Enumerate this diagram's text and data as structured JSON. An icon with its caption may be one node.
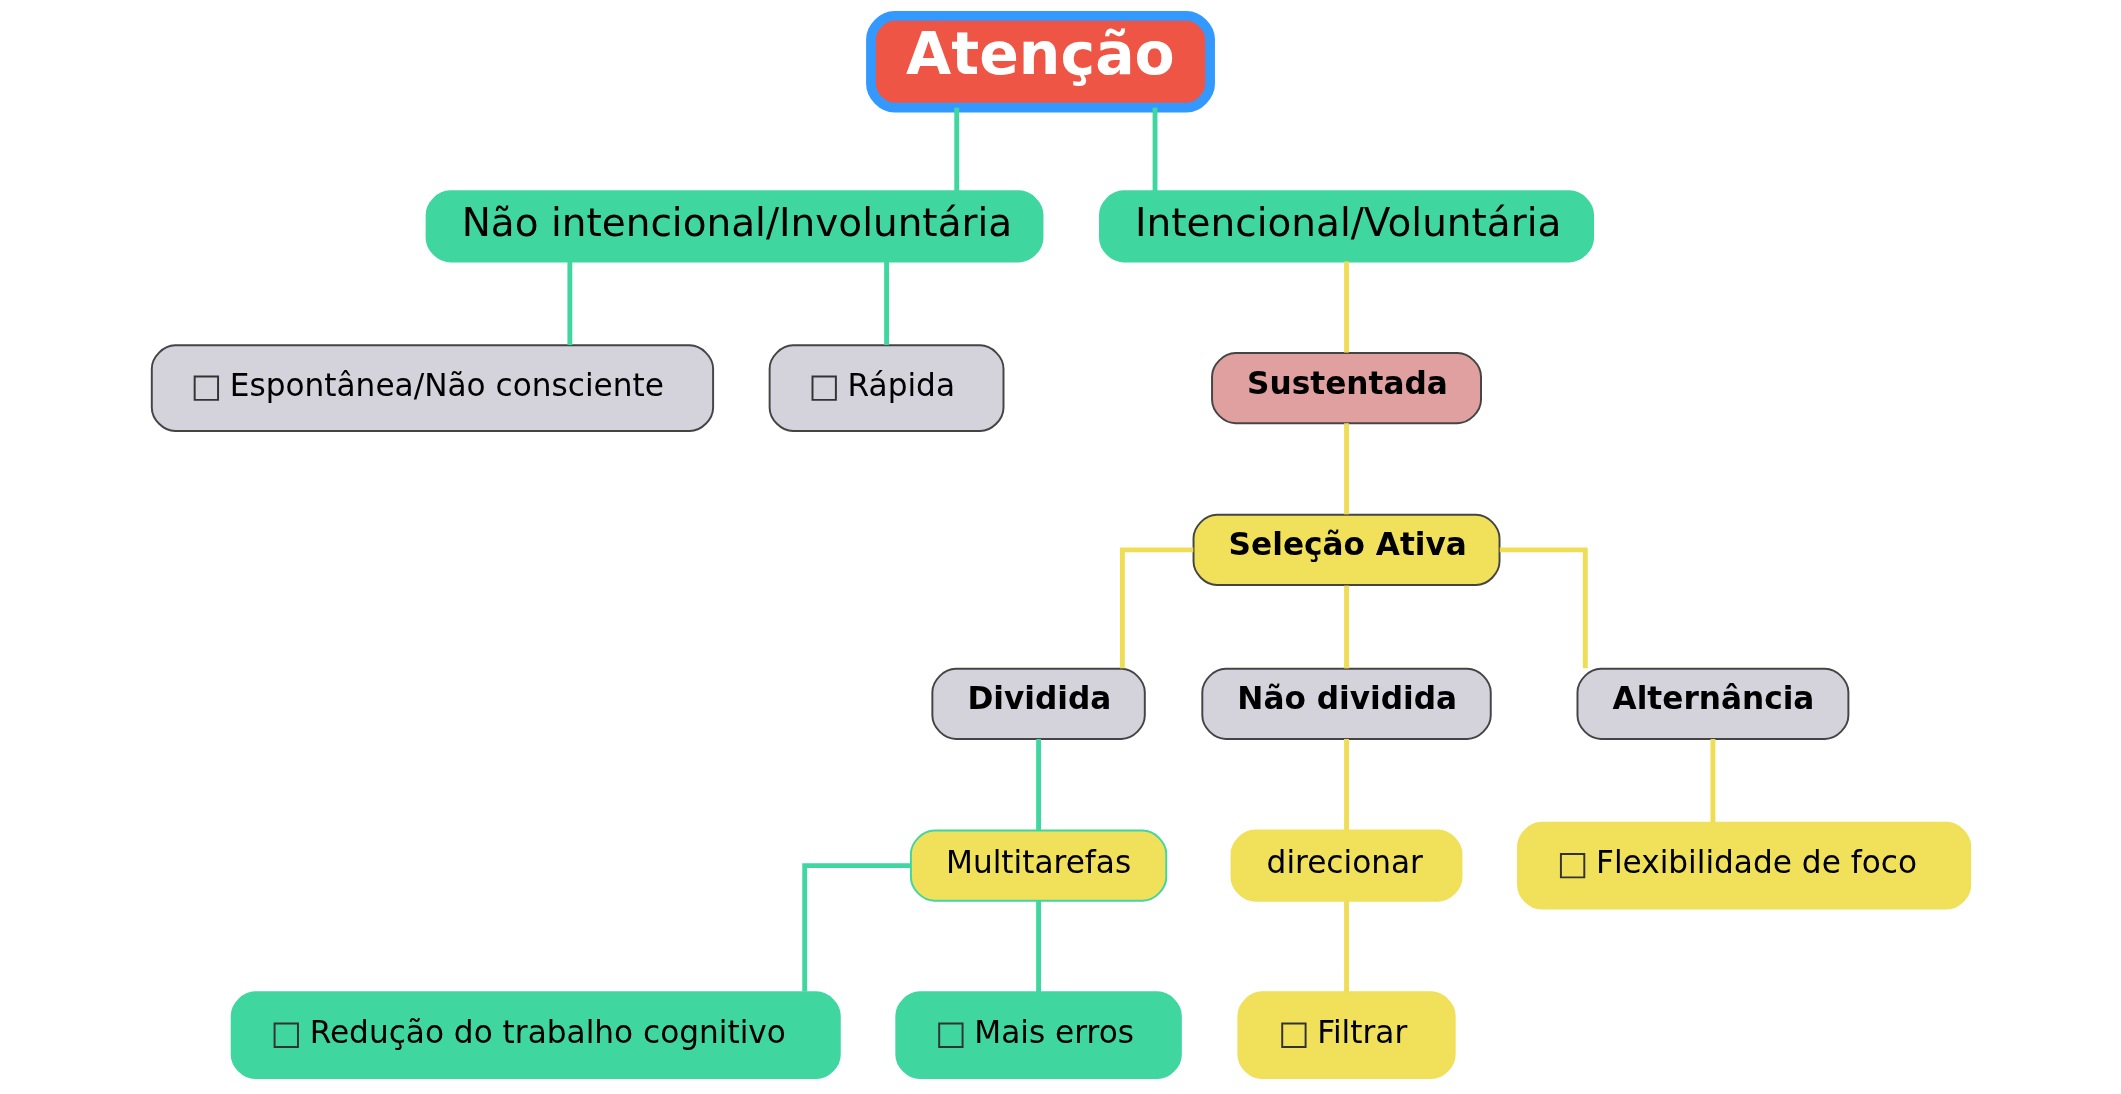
{
  "diagram": {
    "nodes": [
      {
        "text": [
          "Atenção"
        ]
      },
      {
        "text": [
          "Não intencional/Involuntária"
        ]
      },
      {
        "text": [
          "Intencional/Voluntária"
        ]
      },
      {
        "text": [
          "Espontânea/Não consciente"
        ]
      },
      {
        "text": [
          "Rápida"
        ]
      },
      {
        "text": [
          "Sustentada"
        ]
      },
      {
        "text": [
          "Seleção Ativa"
        ]
      },
      {
        "text": [
          "Dividida"
        ]
      },
      {
        "text": [
          "Não dividida"
        ]
      },
      {
        "text": [
          "Alternância"
        ]
      },
      {
        "text": [
          "Multitarefas"
        ]
      },
      {
        "text": [
          "direcionar"
        ]
      },
      {
        "text": [
          "Flexibilidade de foco"
        ]
      },
      {
        "text": [
          "Redução do trabalho cognitivo"
        ]
      },
      {
        "text": [
          "Mais erros"
        ]
      },
      {
        "text": [
          "Filtrar"
        ]
      }
    ],
    "edges": [
      {
        "from": 0,
        "to": 1,
        "arrow": "none",
        "color": "#3fd6a0"
      },
      {
        "from": 0,
        "to": 2,
        "arrow": "none",
        "color": "#3fd6a0"
      },
      {
        "from": 1,
        "to": 3,
        "arrow": "none",
        "color": "#3fd6a0"
      },
      {
        "from": 1,
        "to": 4,
        "arrow": "none",
        "color": "#3fd6a0"
      },
      {
        "from": 2,
        "to": 5,
        "arrow": "none"
      },
      {
        "from": 5,
        "to": 6,
        "arrow": "none"
      },
      {
        "from": 6,
        "to": 7,
        "arrow": "none"
      },
      {
        "from": 6,
        "to": 8,
        "arrow": "none"
      },
      {
        "from": 6,
        "to": 9,
        "arrow": "none"
      },
      {
        "from": 7,
        "to": 10,
        "arrow": "none",
        "color": "#3fd6a0"
      },
      {
        "from": 8,
        "to": 11,
        "arrow": "none"
      },
      {
        "from": 9,
        "to": 12,
        "arrow": "none"
      },
      {
        "from": 10,
        "to": 13,
        "arrow": "none",
        "color": "#3fd6a0"
      },
      {
        "from": 10,
        "to": 14,
        "arrow": "none",
        "color": "#3fd6a0"
      },
      {
        "from": 11,
        "to": 15,
        "arrow": "none"
      }
    ]
  }
}
